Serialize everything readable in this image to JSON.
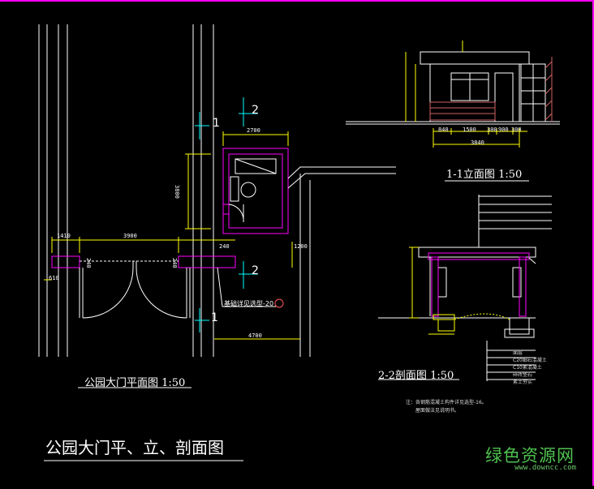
{
  "drawing": {
    "main_title": "公园大门平、立、剖面图",
    "plan": {
      "title": "公园大门平面图  1:50",
      "section_marks": [
        "1",
        "2",
        "2",
        "1"
      ],
      "dims": {
        "top_width": "2700",
        "span": "3900",
        "left": "1410",
        "left_lower": "610",
        "side": "3800",
        "right": "1200",
        "bottom": "4700",
        "wall": "240",
        "w1": "240",
        "w2": "240"
      },
      "note": "基础详见选型-20"
    },
    "elevation": {
      "title": "1-1立面图  1:50",
      "dims": [
        "840",
        "1500",
        "300",
        "900",
        "300"
      ],
      "total": "3840"
    },
    "section": {
      "title": "2-2剖面图  1:50",
      "legend": [
        "面层",
        "C20细石混凝土",
        "C10素混凝土",
        "碎砖垫石",
        "素土夯实"
      ],
      "notes": [
        "注：各钢筋混凝土构件详见选型-16。",
        "屋面做法见说明书。"
      ]
    }
  },
  "watermark": {
    "text": "绿色资源网",
    "url": "www.downcc.com"
  },
  "colors": {
    "background": "#000000",
    "wall": "#ff00ff",
    "line": "#ffffff",
    "dimension": "#ffff00",
    "axis": "#00ffff",
    "hatch": "#d06060"
  }
}
